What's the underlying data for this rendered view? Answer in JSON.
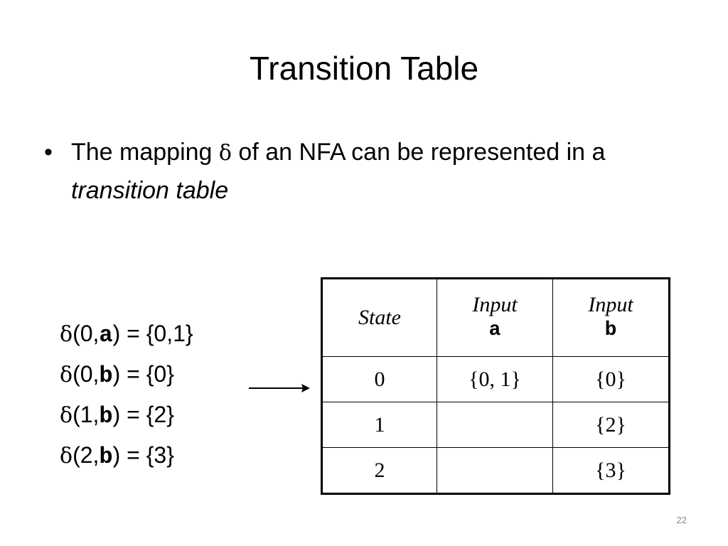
{
  "title": "Transition Table",
  "bullet": {
    "marker": "•",
    "text_before": "The mapping ",
    "delta_symbol": "δ",
    "text_after": " of an NFA can be represented in a ",
    "emphasis": "transition table"
  },
  "delta_lines": [
    {
      "delta": "δ",
      "open": "(0,",
      "symbol": "a",
      "close": ") = {0,1}"
    },
    {
      "delta": "δ",
      "open": "(0,",
      "symbol": "b",
      "close": ") = {0}"
    },
    {
      "delta": "δ",
      "open": "(1,",
      "symbol": "b",
      "close": ") = {2}"
    },
    {
      "delta": "δ",
      "open": "(2,",
      "symbol": "b",
      "close": ") = {3}"
    }
  ],
  "table": {
    "headers": [
      {
        "label": "State",
        "symbol": ""
      },
      {
        "label": "Input",
        "symbol": "a"
      },
      {
        "label": "Input",
        "symbol": "b"
      }
    ],
    "rows": [
      [
        "0",
        "{0, 1}",
        "{0}"
      ],
      [
        "1",
        "",
        "{2}"
      ],
      [
        "2",
        "",
        "{3}"
      ]
    ]
  },
  "page_number": "22",
  "arrow_icon": "right-arrow-icon"
}
